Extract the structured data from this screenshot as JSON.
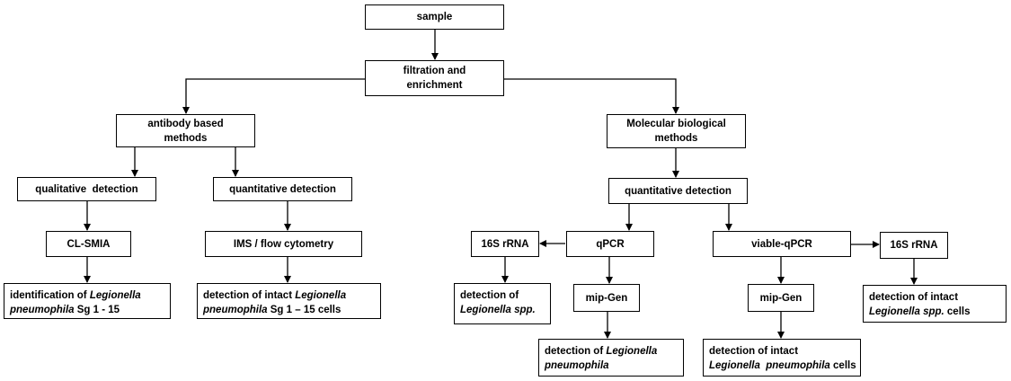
{
  "diagram": {
    "sample": "sample",
    "filtration": [
      "filtration and",
      "enrichment"
    ],
    "antibody": [
      "antibody based",
      "methods"
    ],
    "molecular": [
      "Molecular biological",
      "methods"
    ],
    "qualitative": "qualitative  detection",
    "quantitative_ab": "quantitative detection",
    "quantitative_mol": "quantitative detection",
    "clsmia": "CL-SMIA",
    "ims": "IMS / flow cytometry",
    "identification": {
      "pre": "identification of ",
      "italic": "Legionella pneumophila",
      "post": " Sg 1 - 15"
    },
    "detection_intact_ab": {
      "pre": "detection of intact ",
      "italic": "Legionella pneumophila",
      "post": " Sg 1 – 15 cells"
    },
    "rrna_left": "16S rRNA",
    "qpcr": "qPCR",
    "viable_qpcr": "viable-qPCR",
    "rrna_right": "16S rRNA",
    "spp_detection": {
      "pre": "detection of",
      "italic": "Legionella spp."
    },
    "mip_gen_left": "mip-Gen",
    "mip_gen_right": "mip-Gen",
    "spp_intact": {
      "pre": "detection of intact",
      "italic": "Legionella spp.",
      "post": " cells"
    },
    "pneumophila_detection": {
      "pre": "detection of ",
      "italic": "Legionella",
      "italic2": "pneumophila"
    },
    "pneumophila_intact": {
      "pre": "detection of intact",
      "italic": "Legionella  pneumophila",
      "post": " cells"
    }
  }
}
